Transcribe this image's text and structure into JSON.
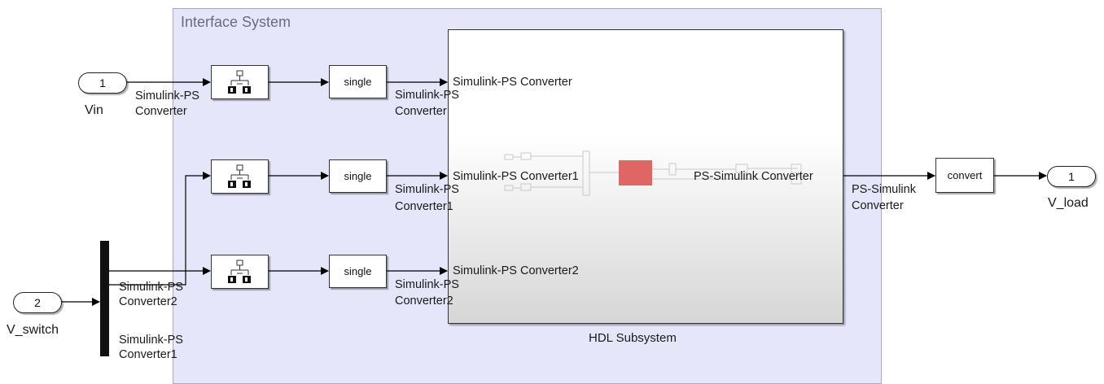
{
  "interface_area": {
    "title": "Interface System"
  },
  "inports": [
    {
      "number": "1",
      "name": "Vin"
    },
    {
      "number": "2",
      "name": "V_switch"
    }
  ],
  "outport": {
    "number": "1",
    "name": "V_load"
  },
  "converters": [
    {
      "line1": "Simulink-PS",
      "line2": "Converter"
    },
    {
      "line1": "Simulink-PS",
      "line2": "Converter1"
    },
    {
      "line1": "Simulink-PS",
      "line2": "Converter2"
    }
  ],
  "mux_labels": [
    {
      "line1": "Simulink-PS",
      "line2": "Converter2"
    },
    {
      "line1": "Simulink-PS",
      "line2": "Converter1"
    }
  ],
  "single_blocks": [
    "single",
    "single",
    "single"
  ],
  "hdl_subsystem": {
    "name": "HDL Subsystem",
    "inport_labels": [
      "Simulink-PS Converter",
      "Simulink-PS Converter1",
      "Simulink-PS Converter2"
    ],
    "outport_label": "PS-Simulink Converter"
  },
  "ps_converter": {
    "line1": "PS-Simulink",
    "line2": "Converter"
  },
  "convert_block": {
    "label": "convert"
  },
  "colors": {
    "area_fill": "#e6e6fb",
    "area_border": "#a9a9c6",
    "highlight": "#e06666",
    "wire": "#000000"
  }
}
